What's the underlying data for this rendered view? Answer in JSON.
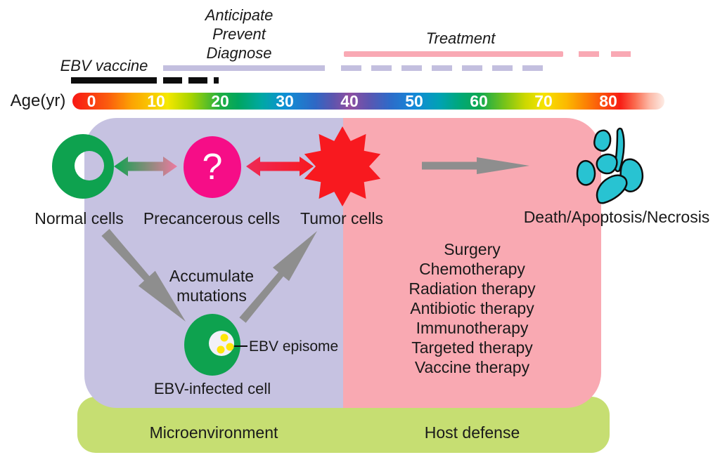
{
  "timeline": {
    "phases": {
      "anticipate": [
        "Anticipate",
        "Prevent",
        "Diagnose"
      ],
      "treatment": "Treatment",
      "ebv_vaccine": "EBV vaccine"
    },
    "age_axis": {
      "label": "Age(yr)",
      "ticks": [
        "0",
        "10",
        "20",
        "30",
        "40",
        "50",
        "60",
        "70",
        "80"
      ]
    }
  },
  "cells": {
    "normal": "Normal cells",
    "precancerous": "Precancerous cells",
    "precancerous_symbol": "?",
    "tumor": "Tumor cells",
    "death": "Death/Apoptosis/Necrosis",
    "mutations_line1": "Accumulate",
    "mutations_line2": "mutations",
    "episome": "EBV episome",
    "infected": "EBV-infected cell"
  },
  "therapies": [
    "Surgery",
    "Chemotherapy",
    "Radiation therapy",
    "Antibiotic therapy",
    "Immunotherapy",
    "Targeted therapy",
    "Vaccine therapy"
  ],
  "regions": {
    "microenvironment": "Microenvironment",
    "host_defense": "Host defense"
  },
  "colors": {
    "lavender_box": "#C6C2E1",
    "pink_box": "#F9A9B2",
    "green_bar": "#C6DE72",
    "green_cell": "#0EA24F",
    "magenta_cell": "#F60D87",
    "red_tumor": "#F8191F",
    "teal_debris": "#28C3D2",
    "gray_arrow": "#8E8E8E",
    "lavender_line": "#C3BFDF",
    "pink_line": "#F9A9B4",
    "pink_arrow": "#EE7AA0",
    "crimson_arrow": "#EE2A57",
    "yellow_dot": "#FFE60A",
    "nucleus": "#F2F1F8",
    "black_line": "#0D0D0D",
    "text": "#1A1A1A"
  }
}
